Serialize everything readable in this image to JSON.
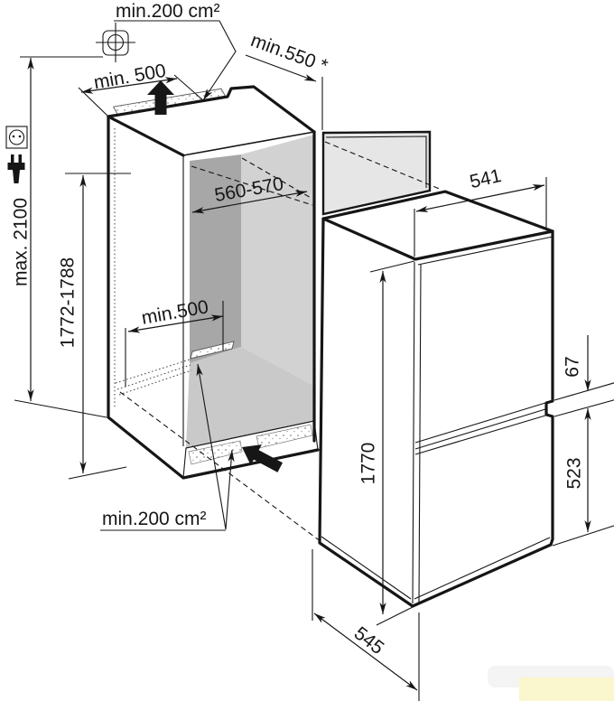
{
  "diagram": {
    "type": "appliance-installation-drawing",
    "dims": {
      "top_vent": "min.200 cm²",
      "top_width": "min. 500",
      "depth_note": "min.550 *",
      "niche_width": "560-570",
      "floor_vent_width": "min.500",
      "ceiling_height": "max. 2100",
      "niche_height": "1772-1788",
      "appliance_width": "541",
      "appliance_height": "1770",
      "door_gap": "67",
      "freezer_door_height": "523",
      "appliance_depth": "545",
      "bottom_vent": "min.200 cm²"
    },
    "colors": {
      "line": "#161616",
      "niche_side_wall": "#a7a7a7",
      "niche_rear_wall": "#d2d2d2",
      "niche_floor": "#c9c9c9",
      "furniture_panel": "#e6e6e6",
      "watermark": "#faf6cd"
    }
  }
}
